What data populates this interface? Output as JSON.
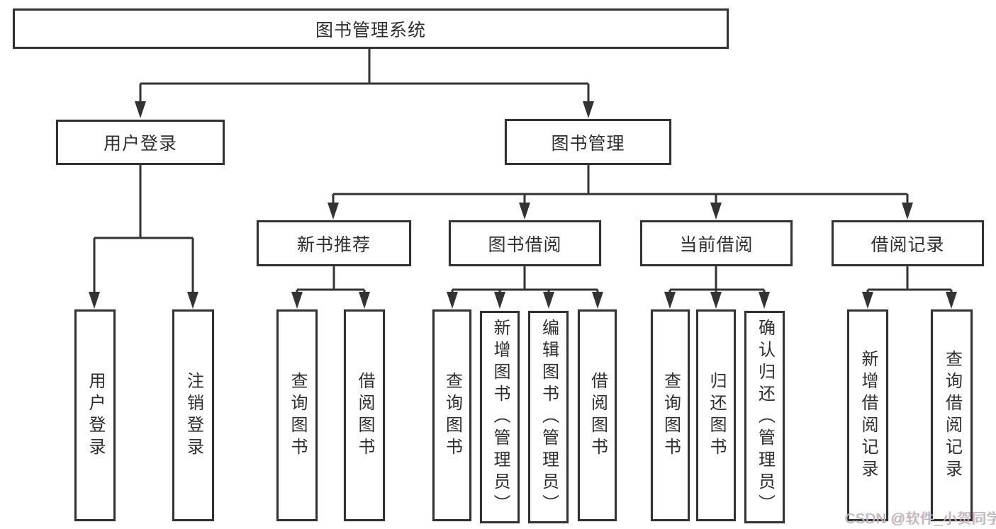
{
  "diagram": {
    "type": "hierarchy-flowchart",
    "title": "图书管理系统",
    "watermark": "CSDN @软件_小贺同学",
    "colors": {
      "background": "#ffffff",
      "line": "#333333",
      "box_border": "#333333",
      "box_fill": "#ffffff",
      "text": "#2f2f2f",
      "watermark": "#b9b9b9"
    },
    "nodes": {
      "root": {
        "label": "图书管理系统",
        "children": [
          "user_login",
          "book_mgmt"
        ]
      },
      "user_login": {
        "label": "用户登录",
        "children": [
          "ul_login",
          "ul_logout"
        ]
      },
      "book_mgmt": {
        "label": "图书管理",
        "children": [
          "new_books",
          "book_borrow",
          "current_borrow",
          "borrow_records"
        ]
      },
      "new_books": {
        "label": "新书推荐",
        "children": [
          "nb_query",
          "nb_borrow"
        ]
      },
      "book_borrow": {
        "label": "图书借阅",
        "children": [
          "bb_query",
          "bb_add",
          "bb_edit",
          "bb_borrow"
        ]
      },
      "current_borrow": {
        "label": "当前借阅",
        "children": [
          "cb_query",
          "cb_return",
          "cb_confirm"
        ]
      },
      "borrow_records": {
        "label": "借阅记录",
        "children": [
          "br_add",
          "br_query"
        ]
      },
      "ul_login": {
        "label": "用户登录"
      },
      "ul_logout": {
        "label": "注销登录"
      },
      "nb_query": {
        "label": "查询图书"
      },
      "nb_borrow": {
        "label": "借阅图书"
      },
      "bb_query": {
        "label": "查询图书"
      },
      "bb_add": {
        "label": "新增图书（管理员）"
      },
      "bb_edit": {
        "label": "编辑图书（管理员）"
      },
      "bb_borrow": {
        "label": "借阅图书"
      },
      "cb_query": {
        "label": "查询图书"
      },
      "cb_return": {
        "label": "归还图书"
      },
      "cb_confirm": {
        "label": "确认归还（管理员）"
      },
      "br_add": {
        "label": "新增借阅记录"
      },
      "br_query": {
        "label": "查询借阅记录"
      }
    }
  }
}
